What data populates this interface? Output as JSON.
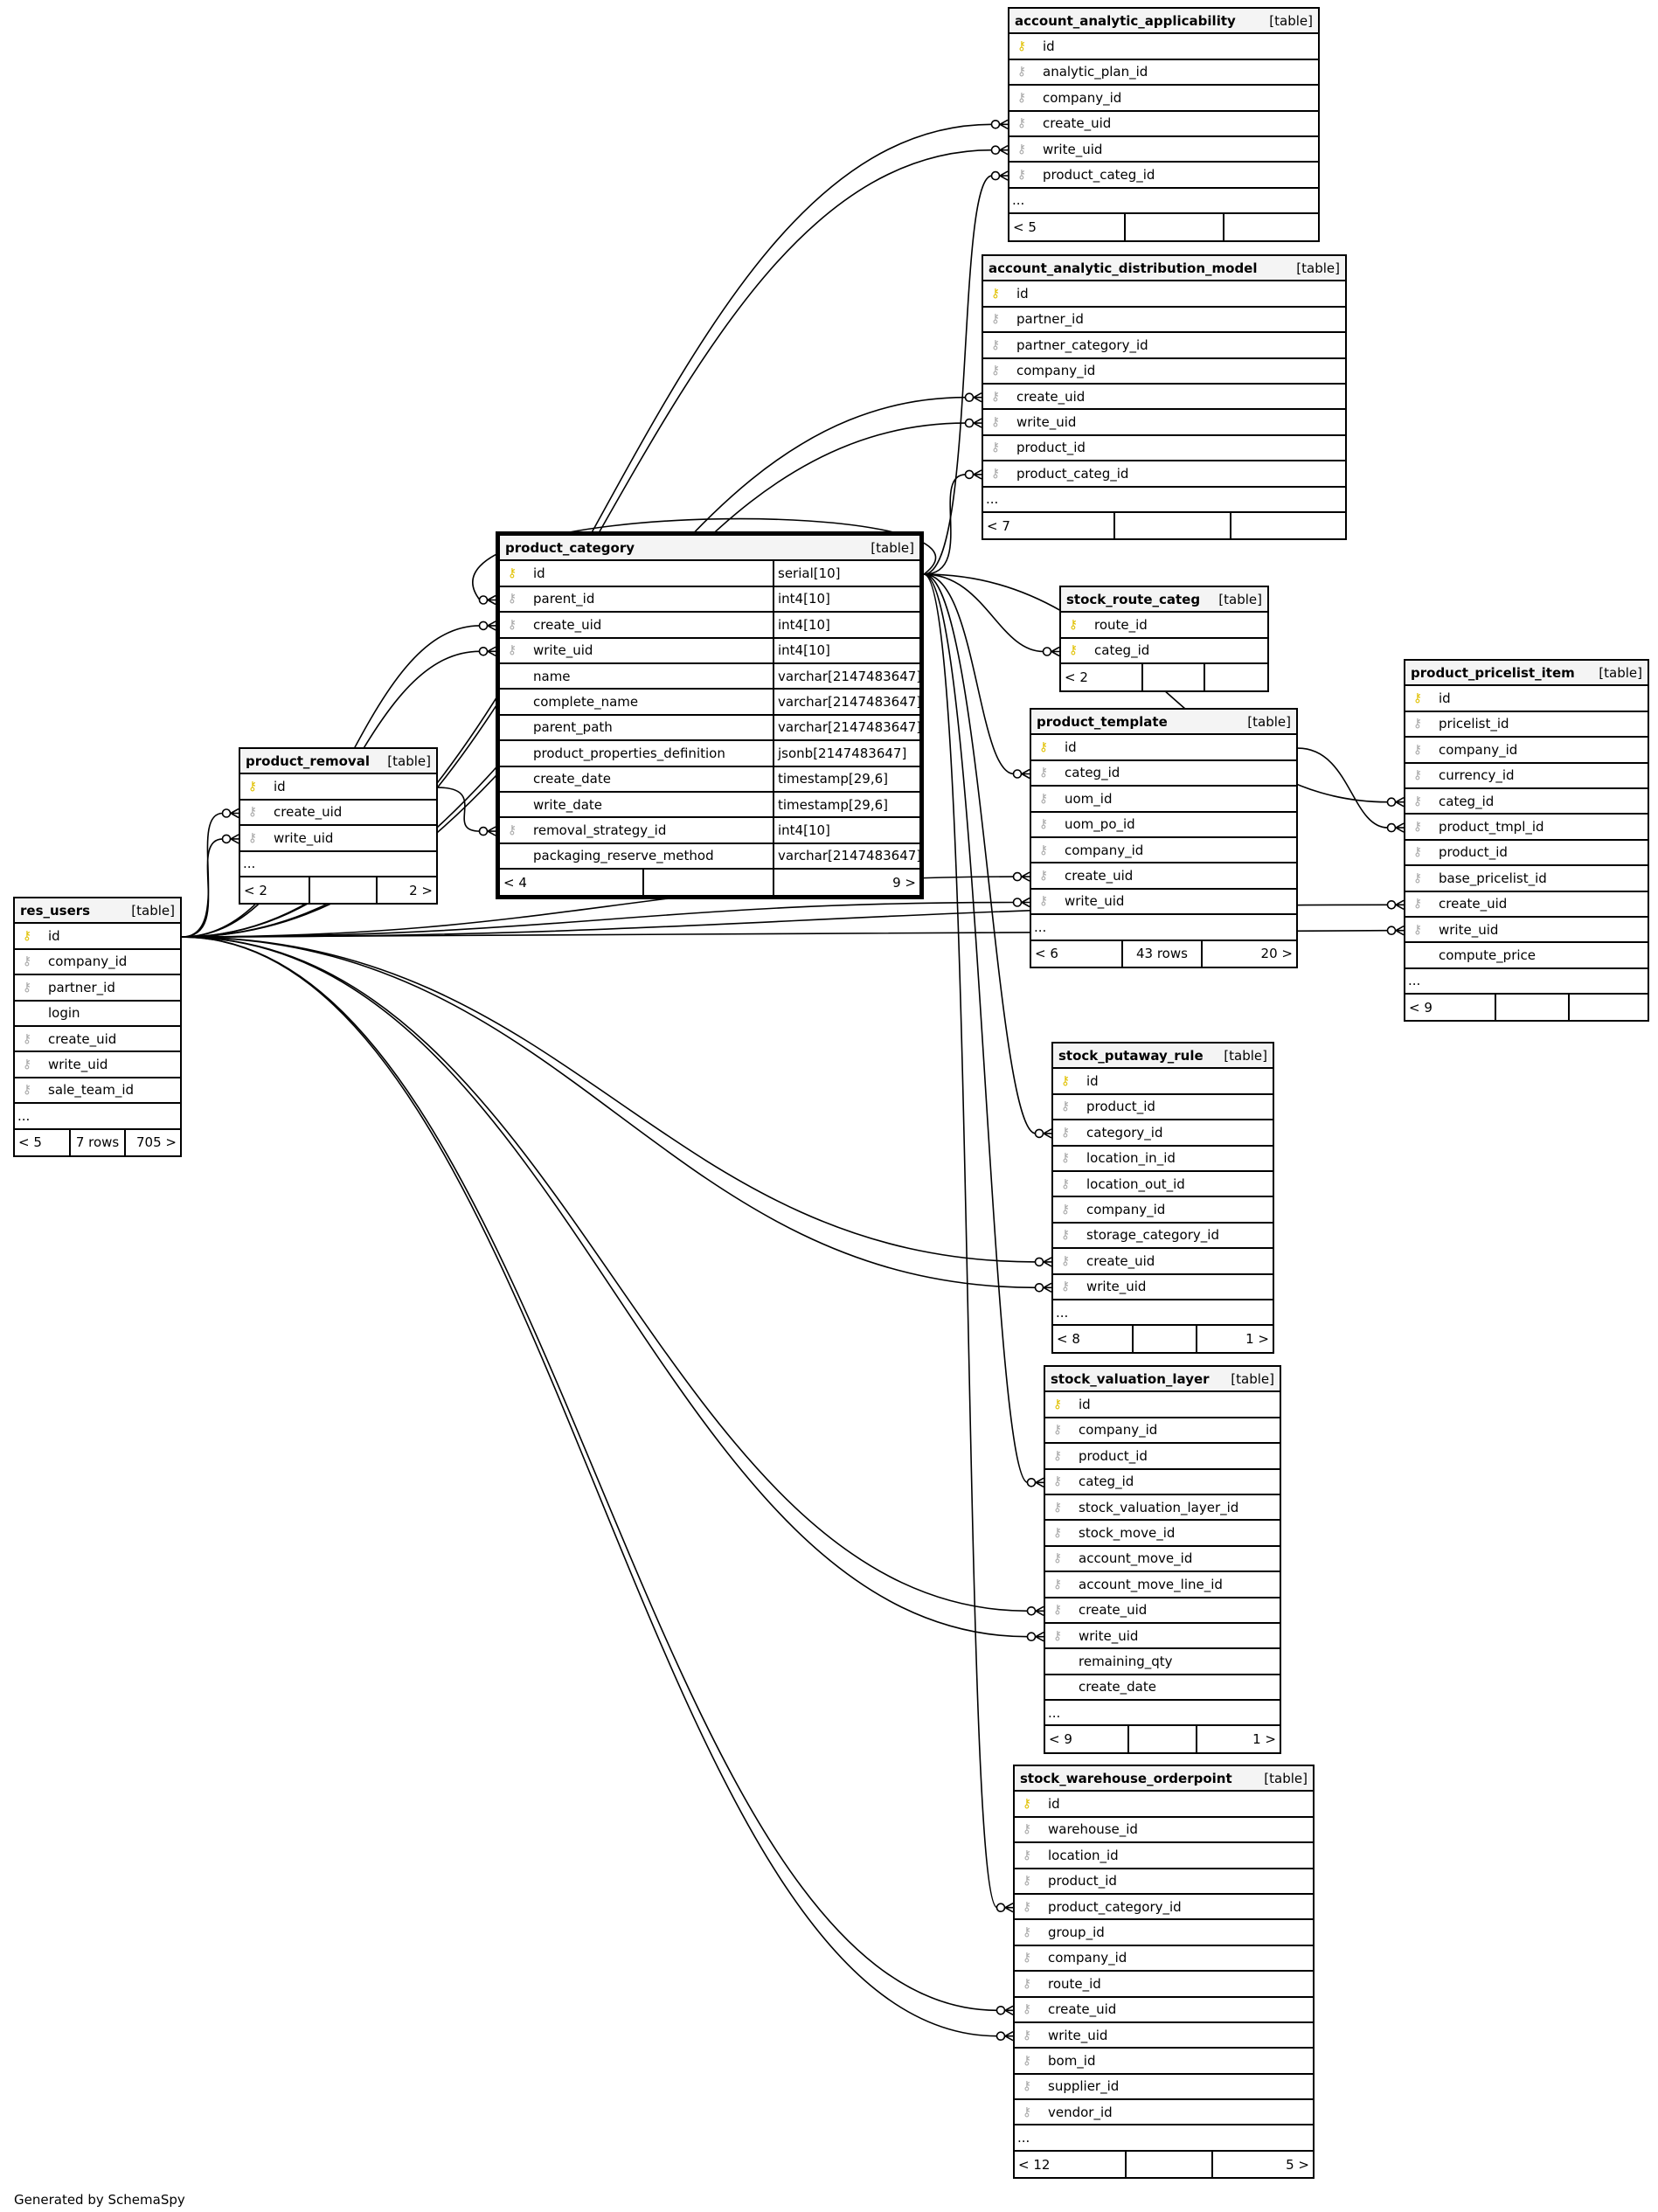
{
  "tables": {
    "account_analytic_applicability": {
      "name": "account_analytic_applicability",
      "type": "[table]",
      "columns": [
        {
          "name": "id",
          "key": "pk"
        },
        {
          "name": "analytic_plan_id",
          "key": "fk"
        },
        {
          "name": "company_id",
          "key": "fk"
        },
        {
          "name": "create_uid",
          "key": "fk"
        },
        {
          "name": "write_uid",
          "key": "fk"
        },
        {
          "name": "product_categ_id",
          "key": "fk"
        }
      ],
      "more": "...",
      "footer": [
        "< 5",
        "",
        ""
      ]
    },
    "account_analytic_distribution_model": {
      "name": "account_analytic_distribution_model",
      "type": "[table]",
      "columns": [
        {
          "name": "id",
          "key": "pk"
        },
        {
          "name": "partner_id",
          "key": "fk"
        },
        {
          "name": "partner_category_id",
          "key": "fk"
        },
        {
          "name": "company_id",
          "key": "fk"
        },
        {
          "name": "create_uid",
          "key": "fk"
        },
        {
          "name": "write_uid",
          "key": "fk"
        },
        {
          "name": "product_id",
          "key": "fk"
        },
        {
          "name": "product_categ_id",
          "key": "fk"
        }
      ],
      "more": "...",
      "footer": [
        "< 7",
        "",
        ""
      ]
    },
    "product_category": {
      "name": "product_category",
      "type": "[table]",
      "columns": [
        {
          "name": "id",
          "key": "pk",
          "dtype": "serial[10]"
        },
        {
          "name": "parent_id",
          "key": "fk",
          "dtype": "int4[10]"
        },
        {
          "name": "create_uid",
          "key": "fk",
          "dtype": "int4[10]"
        },
        {
          "name": "write_uid",
          "key": "fk",
          "dtype": "int4[10]"
        },
        {
          "name": "name",
          "key": "",
          "dtype": "varchar[2147483647]"
        },
        {
          "name": "complete_name",
          "key": "",
          "dtype": "varchar[2147483647]"
        },
        {
          "name": "parent_path",
          "key": "",
          "dtype": "varchar[2147483647]"
        },
        {
          "name": "product_properties_definition",
          "key": "",
          "dtype": "jsonb[2147483647]"
        },
        {
          "name": "create_date",
          "key": "",
          "dtype": "timestamp[29,6]"
        },
        {
          "name": "write_date",
          "key": "",
          "dtype": "timestamp[29,6]"
        },
        {
          "name": "removal_strategy_id",
          "key": "fk",
          "dtype": "int4[10]"
        },
        {
          "name": "packaging_reserve_method",
          "key": "",
          "dtype": "varchar[2147483647]"
        }
      ],
      "footer": [
        "< 4",
        "",
        "9 >"
      ]
    },
    "stock_route_categ": {
      "name": "stock_route_categ",
      "type": "[table]",
      "columns": [
        {
          "name": "route_id",
          "key": "pk"
        },
        {
          "name": "categ_id",
          "key": "pk"
        }
      ],
      "footer": [
        "< 2",
        "",
        ""
      ]
    },
    "product_template": {
      "name": "product_template",
      "type": "[table]",
      "columns": [
        {
          "name": "id",
          "key": "pk"
        },
        {
          "name": "categ_id",
          "key": "fk"
        },
        {
          "name": "uom_id",
          "key": "fk"
        },
        {
          "name": "uom_po_id",
          "key": "fk"
        },
        {
          "name": "company_id",
          "key": "fk"
        },
        {
          "name": "create_uid",
          "key": "fk"
        },
        {
          "name": "write_uid",
          "key": "fk"
        }
      ],
      "more": "...",
      "footer": [
        "< 6",
        "43 rows",
        "20 >"
      ]
    },
    "product_pricelist_item": {
      "name": "product_pricelist_item",
      "type": "[table]",
      "columns": [
        {
          "name": "id",
          "key": "pk"
        },
        {
          "name": "pricelist_id",
          "key": "fk"
        },
        {
          "name": "company_id",
          "key": "fk"
        },
        {
          "name": "currency_id",
          "key": "fk"
        },
        {
          "name": "categ_id",
          "key": "fk"
        },
        {
          "name": "product_tmpl_id",
          "key": "fk"
        },
        {
          "name": "product_id",
          "key": "fk"
        },
        {
          "name": "base_pricelist_id",
          "key": "fk"
        },
        {
          "name": "create_uid",
          "key": "fk"
        },
        {
          "name": "write_uid",
          "key": "fk"
        },
        {
          "name": "compute_price",
          "key": ""
        }
      ],
      "more": "...",
      "footer": [
        "< 9",
        "",
        ""
      ]
    },
    "product_removal": {
      "name": "product_removal",
      "type": "[table]",
      "columns": [
        {
          "name": "id",
          "key": "pk"
        },
        {
          "name": "create_uid",
          "key": "fk"
        },
        {
          "name": "write_uid",
          "key": "fk"
        }
      ],
      "more": "...",
      "footer": [
        "< 2",
        "",
        "2 >"
      ]
    },
    "res_users": {
      "name": "res_users",
      "type": "[table]",
      "columns": [
        {
          "name": "id",
          "key": "pk"
        },
        {
          "name": "company_id",
          "key": "fk"
        },
        {
          "name": "partner_id",
          "key": "fk"
        },
        {
          "name": "login",
          "key": ""
        },
        {
          "name": "create_uid",
          "key": "fk"
        },
        {
          "name": "write_uid",
          "key": "fk"
        },
        {
          "name": "sale_team_id",
          "key": "fk"
        }
      ],
      "more": "...",
      "footer": [
        "< 5",
        "7 rows",
        "705 >"
      ]
    },
    "stock_putaway_rule": {
      "name": "stock_putaway_rule",
      "type": "[table]",
      "columns": [
        {
          "name": "id",
          "key": "pk"
        },
        {
          "name": "product_id",
          "key": "fk"
        },
        {
          "name": "category_id",
          "key": "fk"
        },
        {
          "name": "location_in_id",
          "key": "fk"
        },
        {
          "name": "location_out_id",
          "key": "fk"
        },
        {
          "name": "company_id",
          "key": "fk"
        },
        {
          "name": "storage_category_id",
          "key": "fk"
        },
        {
          "name": "create_uid",
          "key": "fk"
        },
        {
          "name": "write_uid",
          "key": "fk"
        }
      ],
      "more": "...",
      "footer": [
        "< 8",
        "",
        "1 >"
      ]
    },
    "stock_valuation_layer": {
      "name": "stock_valuation_layer",
      "type": "[table]",
      "columns": [
        {
          "name": "id",
          "key": "pk"
        },
        {
          "name": "company_id",
          "key": "fk"
        },
        {
          "name": "product_id",
          "key": "fk"
        },
        {
          "name": "categ_id",
          "key": "fk"
        },
        {
          "name": "stock_valuation_layer_id",
          "key": "fk"
        },
        {
          "name": "stock_move_id",
          "key": "fk"
        },
        {
          "name": "account_move_id",
          "key": "fk"
        },
        {
          "name": "account_move_line_id",
          "key": "fk"
        },
        {
          "name": "create_uid",
          "key": "fk"
        },
        {
          "name": "write_uid",
          "key": "fk"
        },
        {
          "name": "remaining_qty",
          "key": ""
        },
        {
          "name": "create_date",
          "key": ""
        }
      ],
      "more": "...",
      "footer": [
        "< 9",
        "",
        "1 >"
      ]
    },
    "stock_warehouse_orderpoint": {
      "name": "stock_warehouse_orderpoint",
      "type": "[table]",
      "columns": [
        {
          "name": "id",
          "key": "pk"
        },
        {
          "name": "warehouse_id",
          "key": "fk"
        },
        {
          "name": "location_id",
          "key": "fk"
        },
        {
          "name": "product_id",
          "key": "fk"
        },
        {
          "name": "product_category_id",
          "key": "fk"
        },
        {
          "name": "group_id",
          "key": "fk"
        },
        {
          "name": "company_id",
          "key": "fk"
        },
        {
          "name": "route_id",
          "key": "fk"
        },
        {
          "name": "create_uid",
          "key": "fk"
        },
        {
          "name": "write_uid",
          "key": "fk"
        },
        {
          "name": "bom_id",
          "key": "fk"
        },
        {
          "name": "supplier_id",
          "key": "fk"
        },
        {
          "name": "vendor_id",
          "key": "fk"
        }
      ],
      "more": "...",
      "footer": [
        "< 12",
        "",
        "5 >"
      ]
    }
  },
  "relationships": [
    {
      "from": "res_users.id",
      "to": "account_analytic_applicability.create_uid"
    },
    {
      "from": "res_users.id",
      "to": "account_analytic_applicability.write_uid"
    },
    {
      "from": "product_category.id",
      "to": "account_analytic_applicability.product_categ_id"
    },
    {
      "from": "res_users.id",
      "to": "account_analytic_distribution_model.create_uid"
    },
    {
      "from": "res_users.id",
      "to": "account_analytic_distribution_model.write_uid"
    },
    {
      "from": "product_category.id",
      "to": "account_analytic_distribution_model.product_categ_id"
    },
    {
      "from": "product_category.id",
      "to": "product_category.parent_id"
    },
    {
      "from": "res_users.id",
      "to": "product_category.create_uid"
    },
    {
      "from": "res_users.id",
      "to": "product_category.write_uid"
    },
    {
      "from": "product_removal.id",
      "to": "product_category.removal_strategy_id"
    },
    {
      "from": "res_users.id",
      "to": "product_removal.create_uid"
    },
    {
      "from": "res_users.id",
      "to": "product_removal.write_uid"
    },
    {
      "from": "product_category.id",
      "to": "stock_route_categ.categ_id"
    },
    {
      "from": "product_category.id",
      "to": "product_template.categ_id"
    },
    {
      "from": "res_users.id",
      "to": "product_template.create_uid"
    },
    {
      "from": "res_users.id",
      "to": "product_template.write_uid"
    },
    {
      "from": "product_category.id",
      "to": "product_pricelist_item.categ_id"
    },
    {
      "from": "product_template.id",
      "to": "product_pricelist_item.product_tmpl_id"
    },
    {
      "from": "res_users.id",
      "to": "product_pricelist_item.create_uid"
    },
    {
      "from": "res_users.id",
      "to": "product_pricelist_item.write_uid"
    },
    {
      "from": "product_category.id",
      "to": "stock_putaway_rule.category_id"
    },
    {
      "from": "res_users.id",
      "to": "stock_putaway_rule.create_uid"
    },
    {
      "from": "res_users.id",
      "to": "stock_putaway_rule.write_uid"
    },
    {
      "from": "product_category.id",
      "to": "stock_valuation_layer.categ_id"
    },
    {
      "from": "res_users.id",
      "to": "stock_valuation_layer.create_uid"
    },
    {
      "from": "res_users.id",
      "to": "stock_valuation_layer.write_uid"
    },
    {
      "from": "product_category.id",
      "to": "stock_warehouse_orderpoint.product_category_id"
    },
    {
      "from": "res_users.id",
      "to": "stock_warehouse_orderpoint.create_uid"
    },
    {
      "from": "res_users.id",
      "to": "stock_warehouse_orderpoint.write_uid"
    }
  ],
  "footer_note": "Generated by SchemaSpy"
}
